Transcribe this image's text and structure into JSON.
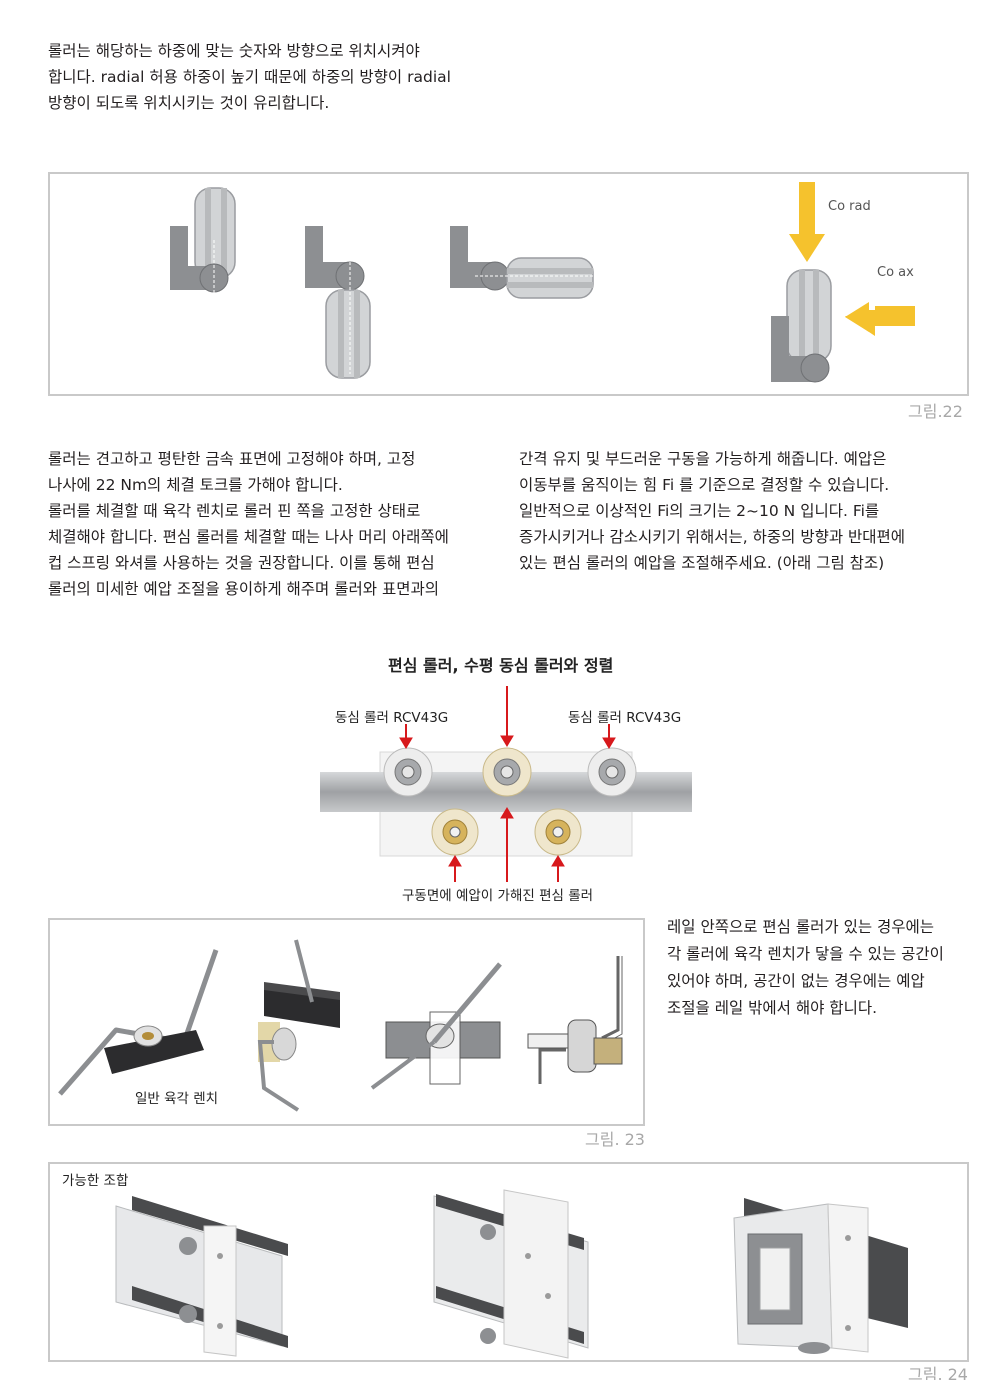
{
  "intro": {
    "lines": [
      "롤러는 해당하는 하중에 맞는 숫자와 방향으로 위치시켜야",
      "합니다. radial 허용 하중이 높기 때문에 하중의 방향이 radial",
      "방향이 되도록 위치시키는 것이 유리합니다."
    ]
  },
  "fig22": {
    "co_rad": "Co rad",
    "co_ax": "Co ax",
    "caption": "그림.22",
    "colors": {
      "arrow": "#f5c22d",
      "part": "#8d8f92",
      "roller": "#cfd1d3"
    }
  },
  "body_left": {
    "lines": [
      "롤러는 견고하고 평탄한 금속 표면에 고정해야 하며, 고정",
      "나사에 22 Nm의 체결 토크를 가해야 합니다.",
      "롤러를 체결할 때 육각 렌치로 롤러 핀 쪽을 고정한 상태로",
      "체결해야 합니다. 편심 롤러를 체결할 때는 나사 머리 아래쪽에",
      "컵 스프링 와셔를 사용하는 것을 권장합니다. 이를 통해 편심",
      "롤러의 미세한 예압 조절을 용이하게 해주며 롤러와 표면과의"
    ]
  },
  "body_right": {
    "lines": [
      "간격 유지 및 부드러운 구동을 가능하게 해줍니다. 예압은",
      "이동부를 움직이는 힘 Fi 를 기준으로 결정할 수 있습니다.",
      "일반적으로 이상적인 Fi의 크기는 2~10 N 입니다. Fi를",
      "증가시키거나 감소시키기 위해서는, 하중의 방향과 반대편에",
      "있는 편심 롤러의 예압을 조절해주세요. (아래 그림 참조)"
    ]
  },
  "alignment": {
    "title": "편심 롤러, 수평 동심 롤러와 정렬",
    "label_left": "동심 롤러 RCV43G",
    "label_right": "동심 롤러 RCV43G",
    "label_bottom": "구동면에 예압이 가해진 편심 롤러",
    "colors": {
      "arrow": "#d7191c",
      "rail": "#b5b7b9",
      "eccentric": "#e8d7a8"
    }
  },
  "fig23": {
    "wrench_label": "일반 육각 렌치",
    "caption": "그림. 23"
  },
  "side_text": {
    "lines": [
      "레일 안쪽으로 편심 롤러가 있는 경우에는",
      "각 롤러에 육각 렌치가 닿을 수 있는 공간이",
      "있어야 하며, 공간이 없는 경우에는 예압",
      "조절을 레일 밖에서 해야 합니다."
    ]
  },
  "fig24": {
    "title": "가능한 조합",
    "caption": "그림. 24"
  }
}
